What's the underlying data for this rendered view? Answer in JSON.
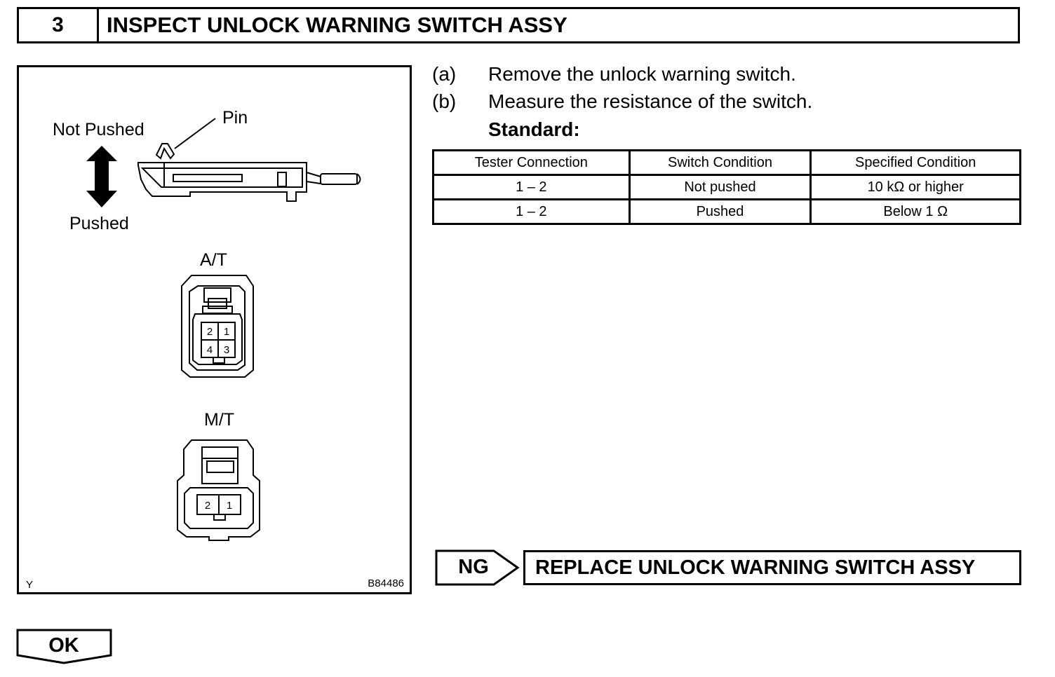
{
  "header": {
    "step_number": "3",
    "title": "INSPECT UNLOCK WARNING SWITCH ASSY"
  },
  "figure": {
    "not_pushed_label": "Not Pushed",
    "pin_label": "Pin",
    "pushed_label": "Pushed",
    "at_label": "A/T",
    "mt_label": "M/T",
    "at_pins": [
      "2",
      "1",
      "4",
      "3"
    ],
    "mt_pins": [
      "2",
      "1"
    ],
    "corner_code": "Y",
    "figure_code": "B84486"
  },
  "steps": [
    {
      "marker": "(a)",
      "text": "Remove the unlock warning switch."
    },
    {
      "marker": "(b)",
      "text": "Measure the resistance of the switch."
    }
  ],
  "standard_label": "Standard:",
  "table": {
    "headers": [
      "Tester Connection",
      "Switch Condition",
      "Specified Condition"
    ],
    "rows": [
      [
        "1 – 2",
        "Not pushed",
        "10 kΩ or higher"
      ],
      [
        "1 – 2",
        "Pushed",
        "Below 1 Ω"
      ]
    ]
  },
  "ng": {
    "label": "NG",
    "action": "REPLACE UNLOCK WARNING SWITCH ASSY"
  },
  "ok": {
    "label": "OK"
  }
}
